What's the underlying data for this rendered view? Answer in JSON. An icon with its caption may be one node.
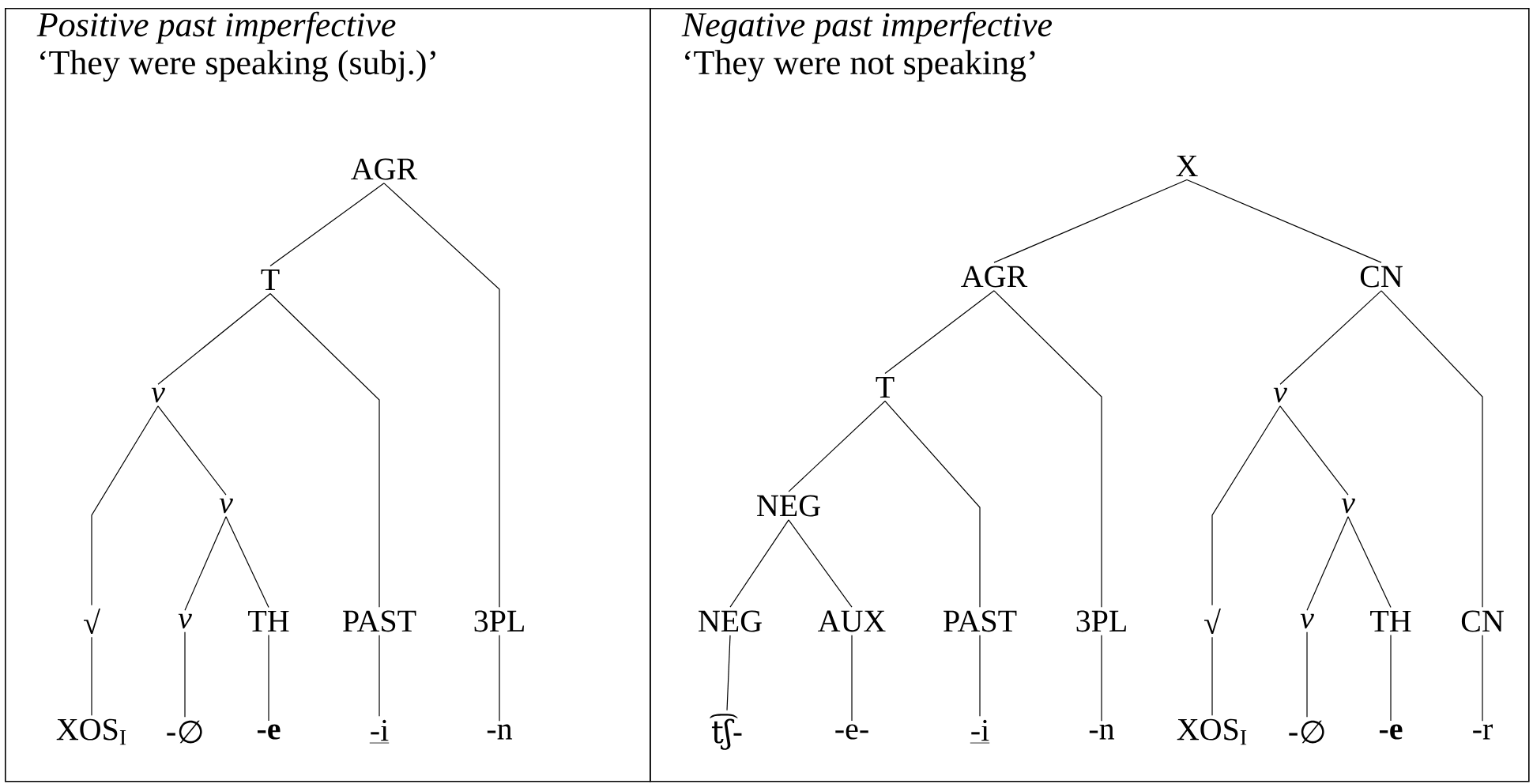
{
  "diagram": {
    "nodes": [
      {
        "text": [
          "Positive past imperfective",
          "‘They were speaking (subj.)’"
        ]
      },
      {
        "text": [
          "AGR"
        ],
        "in": 0
      },
      {
        "text": [
          "T"
        ],
        "in": 0
      },
      {
        "text": [
          "v"
        ],
        "in": 0
      },
      {
        "text": [
          "v"
        ],
        "in": 0
      },
      {
        "text": [
          "√"
        ],
        "in": 0
      },
      {
        "text": [
          "v"
        ],
        "in": 0
      },
      {
        "text": [
          "TH"
        ],
        "in": 0
      },
      {
        "text": [
          "PAST"
        ],
        "in": 0
      },
      {
        "text": [
          "3PL"
        ],
        "in": 0
      },
      {
        "text": [
          "XOS$_{I}$"
        ],
        "in": 0
      },
      {
        "text": [
          "-∅"
        ],
        "in": 0
      },
      {
        "text": [
          "-e"
        ],
        "in": 0
      },
      {
        "text": [
          "-i"
        ],
        "in": 0
      },
      {
        "text": [
          "-n"
        ],
        "in": 0
      },
      {
        "text": [
          "Negative past imperfective",
          "‘They were not speaking’"
        ]
      },
      {
        "text": [
          "X"
        ],
        "in": 15
      },
      {
        "text": [
          "AGR"
        ],
        "in": 15
      },
      {
        "text": [
          "CN"
        ],
        "in": 15
      },
      {
        "text": [
          "T"
        ],
        "in": 15
      },
      {
        "text": [
          "NEG"
        ],
        "in": 15
      },
      {
        "text": [
          "v"
        ],
        "in": 15
      },
      {
        "text": [
          "v"
        ],
        "in": 15
      },
      {
        "text": [
          "NEG"
        ],
        "in": 15
      },
      {
        "text": [
          "AUX"
        ],
        "in": 15
      },
      {
        "text": [
          "PAST"
        ],
        "in": 15
      },
      {
        "text": [
          "3PL"
        ],
        "in": 15
      },
      {
        "text": [
          "√"
        ],
        "in": 15
      },
      {
        "text": [
          "v"
        ],
        "in": 15
      },
      {
        "text": [
          "TH"
        ],
        "in": 15
      },
      {
        "text": [
          "CN"
        ],
        "in": 15
      },
      {
        "text": [
          "t͡ʃ-"
        ],
        "in": 15
      },
      {
        "text": [
          "-e-"
        ],
        "in": 15
      },
      {
        "text": [
          "-i"
        ],
        "in": 15
      },
      {
        "text": [
          "-n"
        ],
        "in": 15
      },
      {
        "text": [
          "XOS$_{I}$"
        ],
        "in": 15
      },
      {
        "text": [
          "-∅"
        ],
        "in": 15
      },
      {
        "text": [
          "-e"
        ],
        "in": 15
      },
      {
        "text": [
          "-r"
        ],
        "in": 15
      }
    ],
    "edges": [
      {
        "from": 1,
        "to": 2,
        "arrow": "none"
      },
      {
        "from": 1,
        "to": 9,
        "arrow": "none"
      },
      {
        "from": 2,
        "to": 3,
        "arrow": "none"
      },
      {
        "from": 2,
        "to": 8,
        "arrow": "none"
      },
      {
        "from": 3,
        "to": 5,
        "arrow": "none"
      },
      {
        "from": 3,
        "to": 4,
        "arrow": "none"
      },
      {
        "from": 4,
        "to": 6,
        "arrow": "none"
      },
      {
        "from": 4,
        "to": 7,
        "arrow": "none"
      },
      {
        "from": 5,
        "to": 10,
        "arrow": "none"
      },
      {
        "from": 6,
        "to": 11,
        "arrow": "none"
      },
      {
        "from": 7,
        "to": 12,
        "arrow": "none"
      },
      {
        "from": 8,
        "to": 13,
        "arrow": "none"
      },
      {
        "from": 9,
        "to": 14,
        "arrow": "none"
      },
      {
        "from": 16,
        "to": 17,
        "arrow": "none"
      },
      {
        "from": 16,
        "to": 18,
        "arrow": "none"
      },
      {
        "from": 17,
        "to": 19,
        "arrow": "none"
      },
      {
        "from": 17,
        "to": 26,
        "arrow": "none"
      },
      {
        "from": 19,
        "to": 20,
        "arrow": "none"
      },
      {
        "from": 19,
        "to": 25,
        "arrow": "none"
      },
      {
        "from": 20,
        "to": 23,
        "arrow": "none"
      },
      {
        "from": 20,
        "to": 24,
        "arrow": "none"
      },
      {
        "from": 18,
        "to": 21,
        "arrow": "none"
      },
      {
        "from": 18,
        "to": 30,
        "arrow": "none"
      },
      {
        "from": 21,
        "to": 27,
        "arrow": "none"
      },
      {
        "from": 21,
        "to": 22,
        "arrow": "none"
      },
      {
        "from": 22,
        "to": 28,
        "arrow": "none"
      },
      {
        "from": 22,
        "to": 29,
        "arrow": "none"
      },
      {
        "from": 23,
        "to": 31,
        "arrow": "none"
      },
      {
        "from": 24,
        "to": 32,
        "arrow": "none"
      },
      {
        "from": 25,
        "to": 33,
        "arrow": "none"
      },
      {
        "from": 26,
        "to": 34,
        "arrow": "none"
      },
      {
        "from": 27,
        "to": 35,
        "arrow": "none"
      },
      {
        "from": 28,
        "to": 36,
        "arrow": "none"
      },
      {
        "from": 29,
        "to": 37,
        "arrow": "none"
      },
      {
        "from": 30,
        "to": 38,
        "arrow": "none"
      }
    ]
  }
}
